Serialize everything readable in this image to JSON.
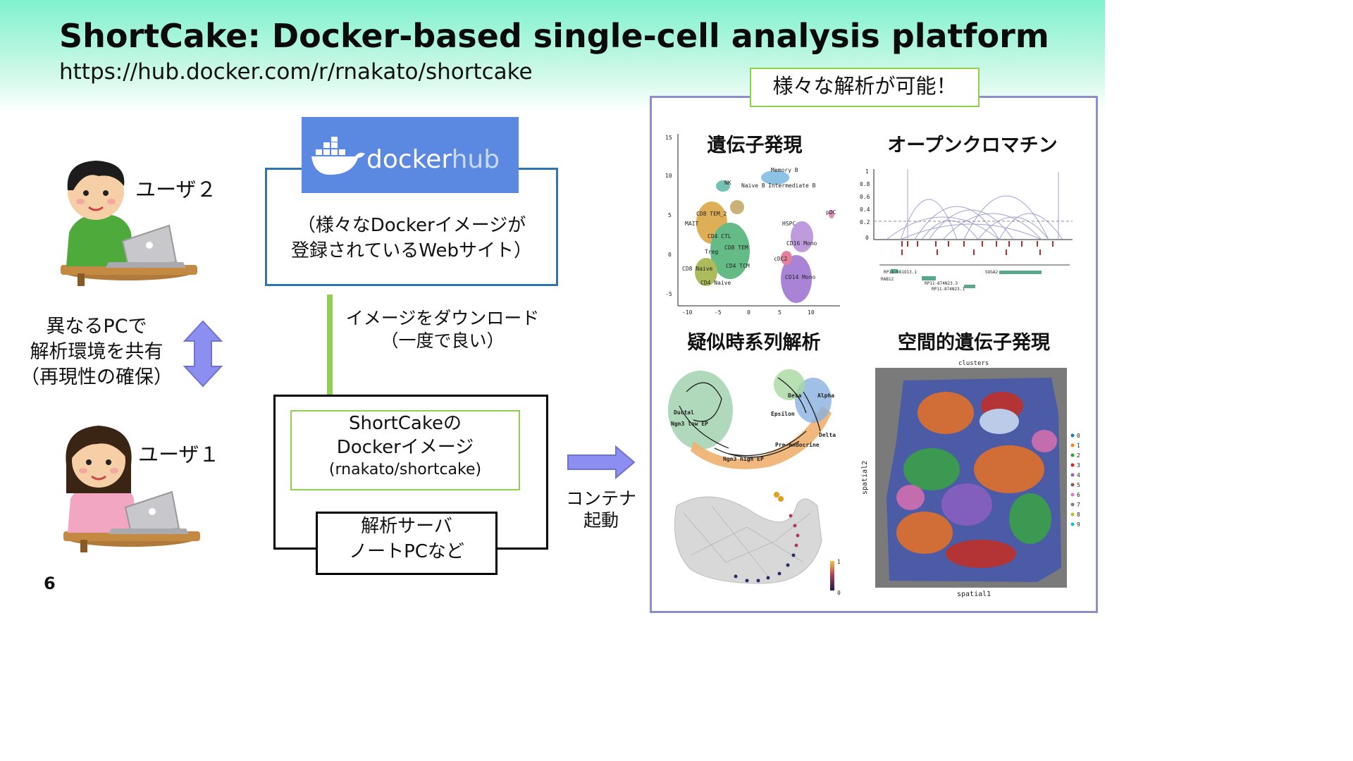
{
  "title": "ShortCake: Docker-based single-cell analysis platform",
  "url": "https://hub.docker.com/r/rnakato/shortcake",
  "users": {
    "user2_label": "ユーザ２",
    "user1_label": "ユーザ１"
  },
  "share_text": {
    "line1": "異なるPCで",
    "line2": "解析環境を共有",
    "line3": "（再現性の確保）"
  },
  "dockerhub": {
    "logo_word1": "docker",
    "logo_word2": "hub",
    "desc_line1": "（様々なDockerイメージが",
    "desc_line2": "登録されているWebサイト）"
  },
  "download": {
    "line1": "イメージをダウンロード",
    "line2": "（一度で良い）"
  },
  "image_box": {
    "line1": "ShortCakeの",
    "line2": "Dockerイメージ",
    "line3": "(rnakato/shortcake)"
  },
  "server_box": {
    "line1": "解析サーバ",
    "line2": "ノートPCなど"
  },
  "container_start": {
    "line1": "コンテナ",
    "line2": "起動"
  },
  "right_panel": {
    "title": "様々な解析が可能！",
    "panels": [
      {
        "title": "遺伝子発現",
        "y_ticks": [
          "15",
          "10",
          "5",
          "0",
          "-5"
        ],
        "x_ticks": [
          "-10",
          "-5",
          "0",
          "5",
          "10"
        ],
        "cluster_labels": [
          "Memory B",
          "Naive B",
          "Intermediate B",
          "NK",
          "MAIT",
          "CD8 TEM_2",
          "CD4 CTL",
          "CD8 TEM",
          "HSPC",
          "pDC",
          "CD16 Mono",
          "cDC2",
          "Treg",
          "CD4 TCM",
          "CD8 Naive",
          "CD4 Naive",
          "CD14 Mono"
        ]
      },
      {
        "title": "オープンクロマチン",
        "y_ticks": [
          "1",
          "0.8",
          "0.6",
          "0.4",
          "0.2",
          "0"
        ],
        "gene_labels": [
          "RP11-981O13.1",
          "RAB12",
          "SOGA2",
          "RP11-874N23.3",
          "RP11-874N23.1"
        ]
      },
      {
        "title": "疑似時系列解析",
        "trajectory_labels": [
          "Ductal",
          "Ngn3 low EP",
          "Epsilon",
          "Beta",
          "Alpha",
          "Delta",
          "Pre-endocrine",
          "Ngn3 high EP"
        ],
        "colorbar_ticks": [
          "1",
          "0"
        ]
      },
      {
        "title": "空間的遺伝子発現",
        "plot_title": "clusters",
        "xlabel": "spatial1",
        "ylabel": "spatial2",
        "legend": [
          "0",
          "1",
          "2",
          "3",
          "4",
          "5",
          "6",
          "7",
          "8",
          "9"
        ]
      }
    ]
  },
  "page_number": "6",
  "colors": {
    "header_gradient": "#7ff2cd",
    "dockerhub_blue": "#5b89e2",
    "green_accent": "#8fd14f",
    "arrow_purple": "#8c8ff0",
    "panel_border": "#8c8fca",
    "dh_box_border": "#2f74b5"
  }
}
